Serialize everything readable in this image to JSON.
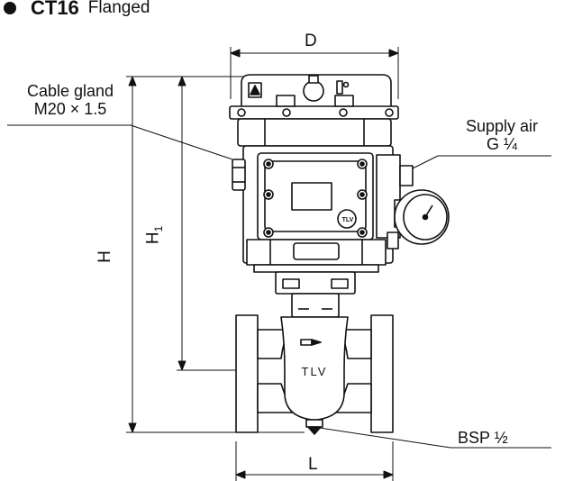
{
  "header": {
    "model": "CT16",
    "variant": "Flanged"
  },
  "labels": {
    "cable_gland_line1": "Cable gland",
    "cable_gland_line2": "M20 × 1.5",
    "supply_air_line1": "Supply air",
    "supply_air_line2": "G ¼",
    "bsp": "BSP ½",
    "dim_d": "D",
    "dim_h": "H",
    "dim_h1": "H",
    "dim_h1_sub": "1",
    "dim_l": "L",
    "brand": "TLV",
    "body_brand": "TLV"
  }
}
